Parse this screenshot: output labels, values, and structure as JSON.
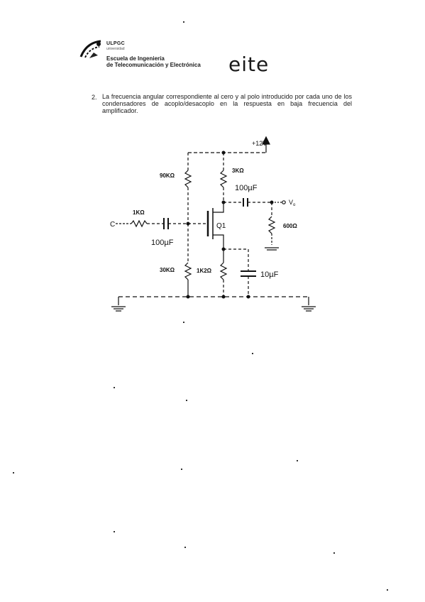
{
  "header": {
    "institution_top": "ULPGC",
    "institution_sub": "universidad",
    "school_line1": "Escuela de Ingeniería",
    "school_line2": "de Telecomunicación y Electrónica",
    "logo_text": "eite"
  },
  "question": {
    "number": "2.",
    "text": "La frecuencia angular correspondiente al cero y al polo introducido por cada uno de los condensadores de acoplo/desacoplo en la respuesta en baja frecuencia del amplificador."
  },
  "circuit": {
    "supply_label": "+12V",
    "r_bias_top": "90KΩ",
    "r_bias_bottom": "30KΩ",
    "r_drain": "3KΩ",
    "r_source_series": "1KΩ",
    "r_source_res": "1K2Ω",
    "r_load": "600Ω",
    "c_in": "100µF",
    "c_out": "100µF",
    "c_bypass": "10µF",
    "transistor": "Q1",
    "output_label": "V",
    "output_sub": "o",
    "input_label": "C"
  }
}
